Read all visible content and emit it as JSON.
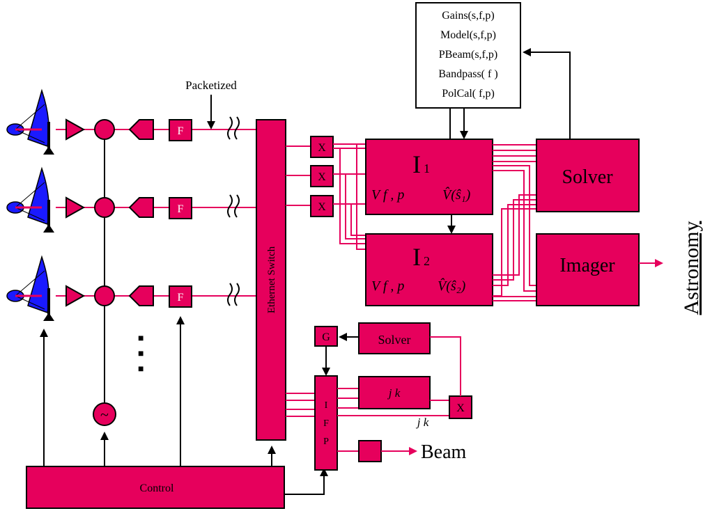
{
  "labels": {
    "packetized": "Packetized",
    "f_block": "F",
    "x_block": "X",
    "ethernet_switch": "Ethernet Switch",
    "i1": "I",
    "i1_sub": "1",
    "i2": "I",
    "i2_sub": "2",
    "i1_vars": "V  f , p",
    "i1_vhat": "V̂(ŝ₁)",
    "i2_vars": "V  f , p",
    "i2_vhat": "V̂(ŝ₂)",
    "solver_top": "Solver",
    "imager": "Imager",
    "astronomy": "Astronomy",
    "g_block": "G",
    "solver_bottom": "Solver",
    "jk_block": "j   k",
    "jk_below": "j   k",
    "x_small": "X",
    "ifp": [
      "I",
      "F",
      "P"
    ],
    "beam": "Beam",
    "control": "Control",
    "oscillator": "~",
    "ellipsis": [
      "■",
      "■",
      "■"
    ]
  },
  "model_box": {
    "lines": [
      "Gains(s,f,p)",
      "Model(s,f,p)",
      "PBeam(s,f,p)",
      "Bandpass( f )",
      "PolCal( f,p)"
    ]
  },
  "colors": {
    "block": "#e6005c",
    "line": "#000000",
    "dish": "#1a1aff"
  }
}
